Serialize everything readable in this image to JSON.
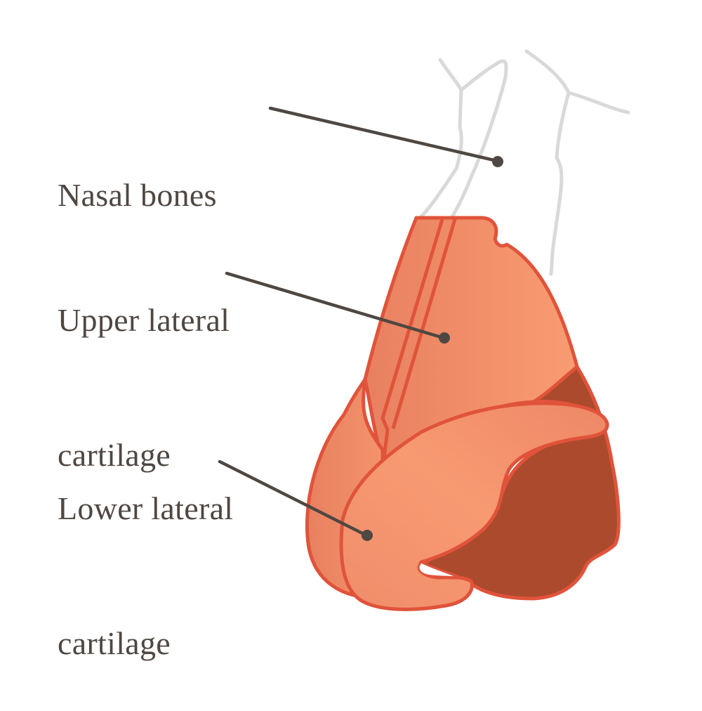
{
  "diagram": {
    "subject": "Nose anatomy (lateral view)",
    "labels": [
      {
        "id": "nasal-bones",
        "lines": [
          "Nasal bones"
        ]
      },
      {
        "id": "upper-lateral-cartilage",
        "lines": [
          "Upper lateral",
          "cartilage"
        ]
      },
      {
        "id": "lower-lateral-cartilage",
        "lines": [
          "Lower lateral",
          "cartilage"
        ]
      }
    ],
    "colors": {
      "text": "#4f4741",
      "leader_line": "#4f4741",
      "bone_outline": "#d9d9d9",
      "cartilage_fill_light": "#f79a72",
      "cartilage_fill_mid": "#ee8a68",
      "cartilage_outline": "#e0533a",
      "nostril_dark": "#ab4a2c",
      "background": "#ffffff"
    }
  }
}
